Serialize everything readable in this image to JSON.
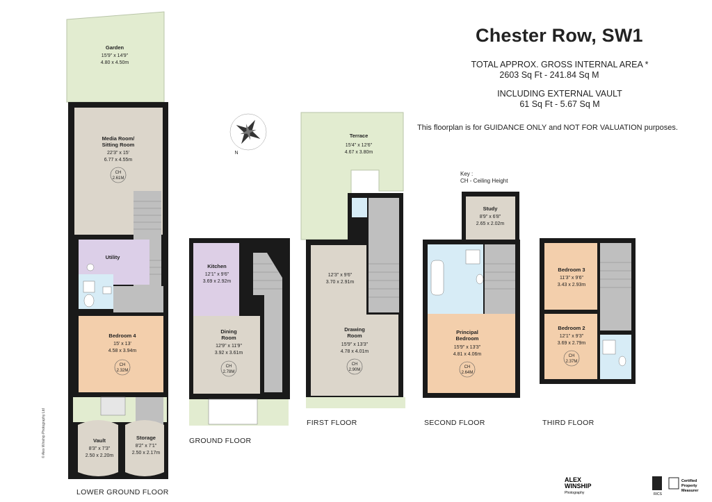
{
  "header": {
    "title": "Chester Row, SW1",
    "area_label": "TOTAL  APPROX. GROSS INTERNAL  AREA *",
    "area_value": "2603 Sq Ft  -  241.84 Sq M",
    "vault_label": "INCLUDING EXTERNAL VAULT",
    "vault_value": "61 Sq Ft  -  5.67 Sq M",
    "disclaimer": "This floorplan is for GUIDANCE ONLY and NOT FOR VALUATION purposes."
  },
  "key": {
    "title": "Key :",
    "entry": "CH - Ceiling Height"
  },
  "compass": {
    "north": "N"
  },
  "floors": {
    "lower_ground": "LOWER GROUND FLOOR",
    "ground": "GROUND FLOOR",
    "first": "FIRST FLOOR",
    "second": "SECOND FLOOR",
    "third": "THIRD FLOOR"
  },
  "rooms": {
    "garden": {
      "name": "Garden",
      "imperial": "15'9\" x 14'9\"",
      "metric": "4.80 x 4.50m"
    },
    "media": {
      "name1": "Media Room/",
      "name2": "Sitting Room",
      "imperial": "22'3\" x 15'",
      "metric": "6.77 x 4.55m",
      "ch1": "CH",
      "ch2": "2.61M"
    },
    "utility": {
      "name": "Utility"
    },
    "bedroom4": {
      "name": "Bedroom 4",
      "imperial": "15' x 13'",
      "metric": "4.58 x 3.94m",
      "ch1": "CH",
      "ch2": "2.32M"
    },
    "vault": {
      "name": "Vault",
      "imperial": "8'3\" x 7'3\"",
      "metric": "2.50 x 2.20m"
    },
    "storage": {
      "name": "Storage",
      "imperial": "8'2\" x 7'1\"",
      "metric": "2.50 x 2.17m"
    },
    "kitchen": {
      "name": "Kitchen",
      "imperial": "12'1\" x 9'6\"",
      "metric": "3.69 x 2.92m"
    },
    "dining": {
      "name1": "Dining",
      "name2": "Room",
      "imperial": "12'9\" x 11'9\"",
      "metric": "3.92 x 3.61m",
      "ch1": "CH",
      "ch2": "2.78M"
    },
    "terrace": {
      "name": "Terrace",
      "imperial": "15'4\" x 12'6\"",
      "metric": "4.67 x 3.80m"
    },
    "drawing_front": {
      "imperial": "12'3\" x 9'6\"",
      "metric": "3.70 x 2.91m"
    },
    "drawing": {
      "name1": "Drawing",
      "name2": "Room",
      "imperial": "15'9\" x 13'3\"",
      "metric": "4.78 x 4.01m",
      "ch1": "CH",
      "ch2": "2.90M"
    },
    "study": {
      "name": "Study",
      "imperial": "8'9\" x 6'8\"",
      "metric": "2.65 x 2.02m"
    },
    "principal": {
      "name1": "Principal",
      "name2": "Bedroom",
      "imperial": "15'9\" x 13'3\"",
      "metric": "4.81 x 4.06m",
      "ch1": "CH",
      "ch2": "2.64M"
    },
    "bedroom3": {
      "name": "Bedroom 3",
      "imperial": "11'3\" x 9'6\"",
      "metric": "3.43 x 2.93m"
    },
    "bedroom2": {
      "name": "Bedroom 2",
      "imperial": "12'1\" x 9'3\"",
      "metric": "3.69 x 2.79m",
      "ch1": "CH",
      "ch2": "2.37M"
    }
  },
  "footer": {
    "credit": "© Alex Winship Photography Ltd",
    "brand1": "ALEX",
    "brand2": "WINSHIP",
    "brand3": "Photography",
    "rics": "RICS",
    "cert1": "Certified",
    "cert2": "Property",
    "cert3": "Measurer"
  },
  "colors": {
    "wall": "#1a1a1a",
    "garden": "#e2ecd0",
    "beige": "#dcd6cb",
    "stairs": "#bfbfbf",
    "utility": "#dccfe8",
    "bedroom": "#f3cfac",
    "kitchen": "#ddcfe6",
    "bathroom": "#d7ecf6"
  }
}
